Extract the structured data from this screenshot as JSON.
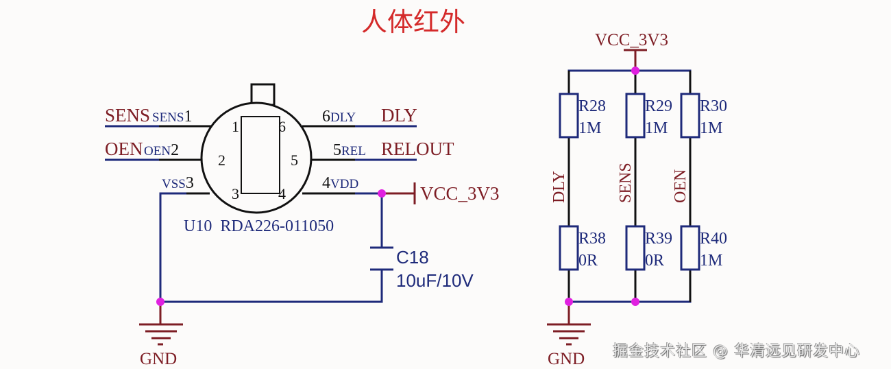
{
  "title": "人体红外",
  "colors": {
    "title": "#d42a2a",
    "net_label": "#7d1d24",
    "wire": "#1e2a7a",
    "junction": "#e020e0",
    "pin_line": "#111111",
    "power_symbol": "#7d1d24"
  },
  "sensor": {
    "designator": "U10",
    "part": "RDA226-011050",
    "label": "U10  RDA226-011050",
    "pins": [
      {
        "num": "1",
        "name": "SENS",
        "net": "SENS"
      },
      {
        "num": "2",
        "name": "OEN",
        "net": "OEN"
      },
      {
        "num": "3",
        "name": "VSS",
        "net": "GND"
      },
      {
        "num": "4",
        "name": "VDD",
        "net": "VCC_3V3"
      },
      {
        "num": "5",
        "name": "REL",
        "net": "RELOUT"
      },
      {
        "num": "6",
        "name": "DLY",
        "net": "DLY"
      }
    ],
    "left_texts": {
      "pin1": "SENS1",
      "pin1_net": "SENS",
      "pin2": "OEN2",
      "pin2_net": "OEN",
      "pin3": "VSS3"
    },
    "right_texts": {
      "pin6": "6DLY",
      "pin6_net": "DLY",
      "pin5": "5REL",
      "pin5_net": "RELOUT",
      "pin4": "4VDD",
      "pin4_net": "VCC_3V3"
    },
    "body_numbers": {
      "n1": "1",
      "n2": "2",
      "n3": "3",
      "n4": "4",
      "n5": "5",
      "n6": "6"
    }
  },
  "capacitor": {
    "designator": "C18",
    "value": "10uF/10V"
  },
  "power": {
    "vcc": "VCC_3V3",
    "gnd": "GND"
  },
  "resistors": [
    {
      "designator": "R28",
      "value": "1M"
    },
    {
      "designator": "R29",
      "value": "1M"
    },
    {
      "designator": "R30",
      "value": "1M"
    },
    {
      "designator": "R38",
      "value": "0R"
    },
    {
      "designator": "R39",
      "value": "0R"
    },
    {
      "designator": "R40",
      "value": "1M"
    }
  ],
  "divider_nets": [
    "DLY",
    "SENS",
    "OEN"
  ],
  "watermark": "掘金技术社区 @ 华清远见研发中心"
}
